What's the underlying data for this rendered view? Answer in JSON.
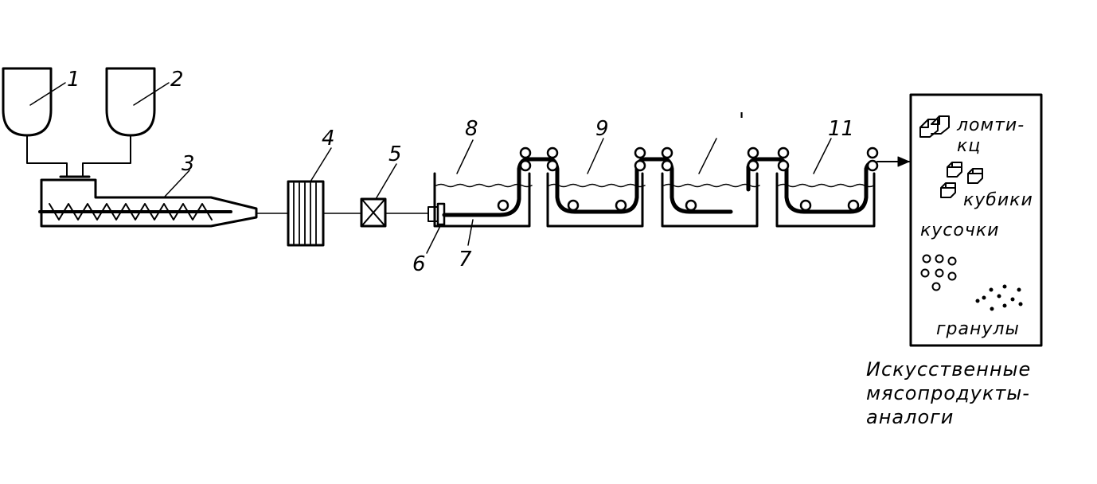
{
  "labels": {
    "n1": "1",
    "n2": "2",
    "n3": "3",
    "n4": "4",
    "n5": "5",
    "n6": "6",
    "n7": "7",
    "n8": "8",
    "n9": "9",
    "n10": "'",
    "n11": "11"
  },
  "products": {
    "slices_line1": "ломти-",
    "slices_line2": "кц",
    "cubes": "кубики",
    "pieces": "кусочки",
    "granules": "гранулы"
  },
  "caption": {
    "line1": "Искусственные",
    "line2": "мясопродукты-",
    "line3": "аналоги"
  },
  "colors": {
    "ink": "#000000",
    "paper": "#ffffff"
  }
}
